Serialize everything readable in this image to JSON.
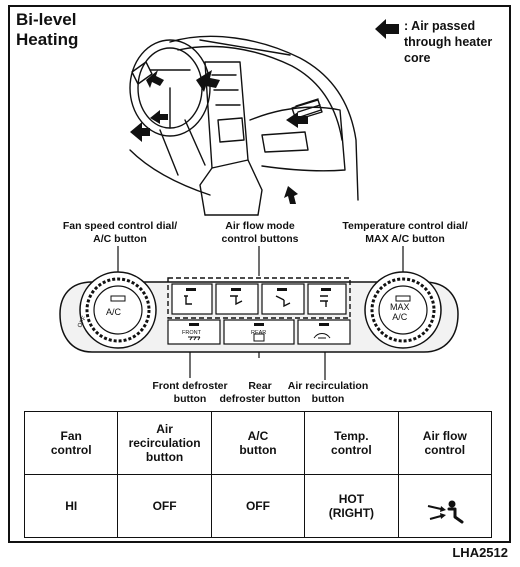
{
  "title": "Bi-level\nHeating",
  "legend": {
    "icon": "air-flow-arrow-icon",
    "text": ": Air passed\nthrough heater\ncore"
  },
  "callouts": {
    "fan_speed": "Fan speed control dial/\nA/C button",
    "air_flow_mode": "Air flow mode\ncontrol buttons",
    "temperature": "Temperature control dial/\nMAX A/C button",
    "front_defroster": "Front defroster\nbutton",
    "rear_defroster": "Rear\ndefroster button",
    "air_recirculation": "Air recirculation\nbutton"
  },
  "panel": {
    "left_dial_label": "A/C",
    "left_dial_small": "OFF",
    "right_dial_label": "MAX\nA/C",
    "front_label": "FRONT",
    "rear_label": "REAR"
  },
  "table": {
    "headers": [
      "Fan\ncontrol",
      "Air\nrecirculation\nbutton",
      "A/C\nbutton",
      "Temp.\ncontrol",
      "Air flow\ncontrol"
    ],
    "values": [
      "HI",
      "OFF",
      "OFF",
      "HOT\n(RIGHT)",
      ""
    ],
    "air_flow_icon": "bi-level-airflow-icon"
  },
  "code": "LHA2512",
  "colors": {
    "ink": "#111111",
    "panel": "#f2f2f2",
    "arrow": "#111111"
  }
}
